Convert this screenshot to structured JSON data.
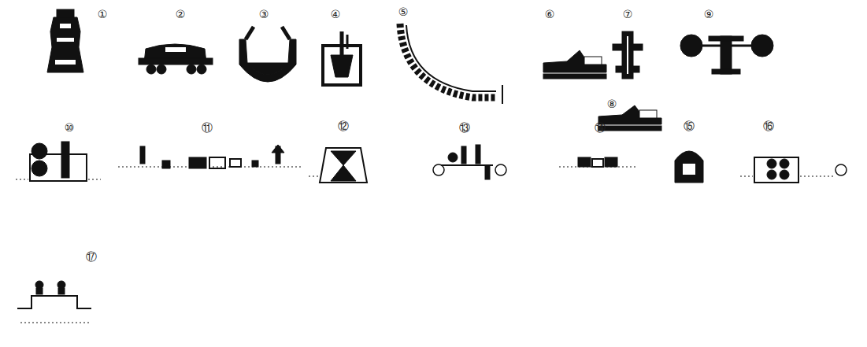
{
  "diagram": {
    "labels": [
      "①",
      "②",
      "③",
      "④",
      "⑤",
      "⑥",
      "⑦",
      "⑧",
      "⑨",
      "⑩",
      "⑪",
      "⑫",
      "⑬",
      "⑭",
      "⑮",
      "⑯",
      "⑰"
    ]
  }
}
